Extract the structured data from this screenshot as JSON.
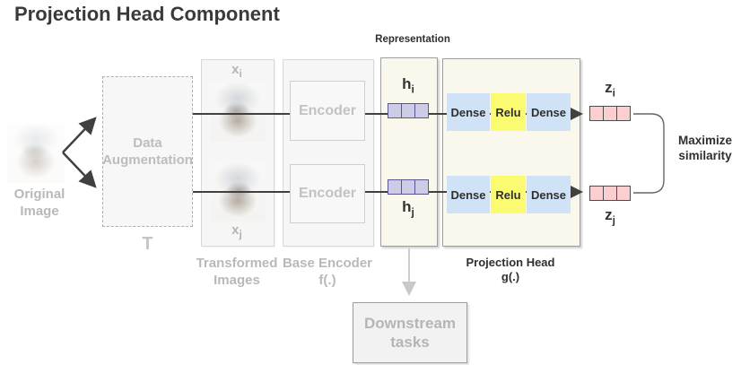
{
  "title": "Projection Head Component",
  "original_image": {
    "label": "Original\nImage",
    "icon": "cat-photo"
  },
  "data_augmentation": {
    "label": "Data\nAugmentation",
    "symbol": "T"
  },
  "transformed_images": {
    "label": "Transformed\nImages",
    "top_var": "x",
    "top_sub": "i",
    "bottom_var": "x",
    "bottom_sub": "j"
  },
  "base_encoder": {
    "label": "Base Encoder\nf(.)",
    "top_box": "Encoder",
    "bottom_box": "Encoder"
  },
  "representation": {
    "header": "Representation",
    "top_var": "h",
    "top_sub": "i",
    "bottom_var": "h",
    "bottom_sub": "j"
  },
  "projection_head": {
    "label": "Projection Head\ng(.)",
    "top_row": [
      "Dense",
      "Relu",
      "Dense"
    ],
    "bottom_row": [
      "Dense",
      "Relu",
      "Dense"
    ]
  },
  "outputs": {
    "top_var": "z",
    "top_sub": "i",
    "bottom_var": "z",
    "bottom_sub": "j"
  },
  "objective": {
    "label": "Maximize\nsimilarity"
  },
  "downstream": {
    "label": "Downstream\ntasks"
  },
  "colors": {
    "dense_fill": "#cfe2f6",
    "relu_fill": "#fbfb72",
    "h_vector_fill": "#cdcce7",
    "h_vector_border": "#5c5590",
    "z_vector_fill": "#fbcfcf",
    "z_vector_border": "#4d4d4d",
    "cream_panel": "#faf7ec",
    "faded_text": "#b9b9b9",
    "dark_text": "#2f2f2f"
  }
}
